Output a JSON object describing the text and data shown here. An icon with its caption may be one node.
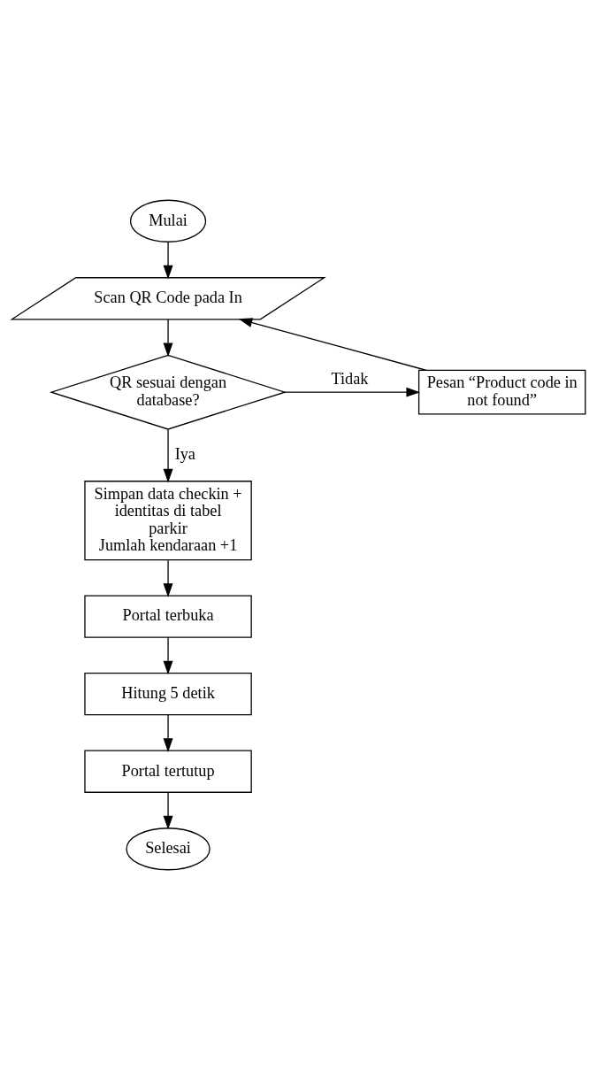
{
  "diagram": {
    "nodes": [
      {
        "text": [
          "Mulai"
        ]
      },
      {
        "text": [
          "Scan QR Code pada In"
        ]
      },
      {
        "text": [
          "QR sesuai dengan database?"
        ]
      },
      {
        "text": [
          "Pesan “Product code in not found”"
        ]
      },
      {
        "text": [
          "Simpan data checkin + identitas di tabel parkir",
          "Jumlah kendaraan +1"
        ]
      },
      {
        "text": [
          "Portal terbuka"
        ]
      },
      {
        "text": [
          "Hitung 5 detik"
        ]
      },
      {
        "text": [
          "Portal tertutup"
        ]
      },
      {
        "text": [
          "Selesai"
        ]
      }
    ],
    "edges": [
      {
        "from": 0,
        "to": 1,
        "arrow": "to"
      },
      {
        "from": 1,
        "to": 2,
        "arrow": "to"
      },
      {
        "from": 2,
        "to": 3,
        "arrow": "to",
        "label": "Tidak"
      },
      {
        "from": 3,
        "to": 1,
        "arrow": "to"
      },
      {
        "from": 2,
        "to": 4,
        "arrow": "to",
        "label": "Iya"
      },
      {
        "from": 4,
        "to": 5,
        "arrow": "to"
      },
      {
        "from": 5,
        "to": 6,
        "arrow": "to"
      },
      {
        "from": 6,
        "to": 7,
        "arrow": "to"
      },
      {
        "from": 7,
        "to": 8,
        "arrow": "to"
      }
    ]
  }
}
